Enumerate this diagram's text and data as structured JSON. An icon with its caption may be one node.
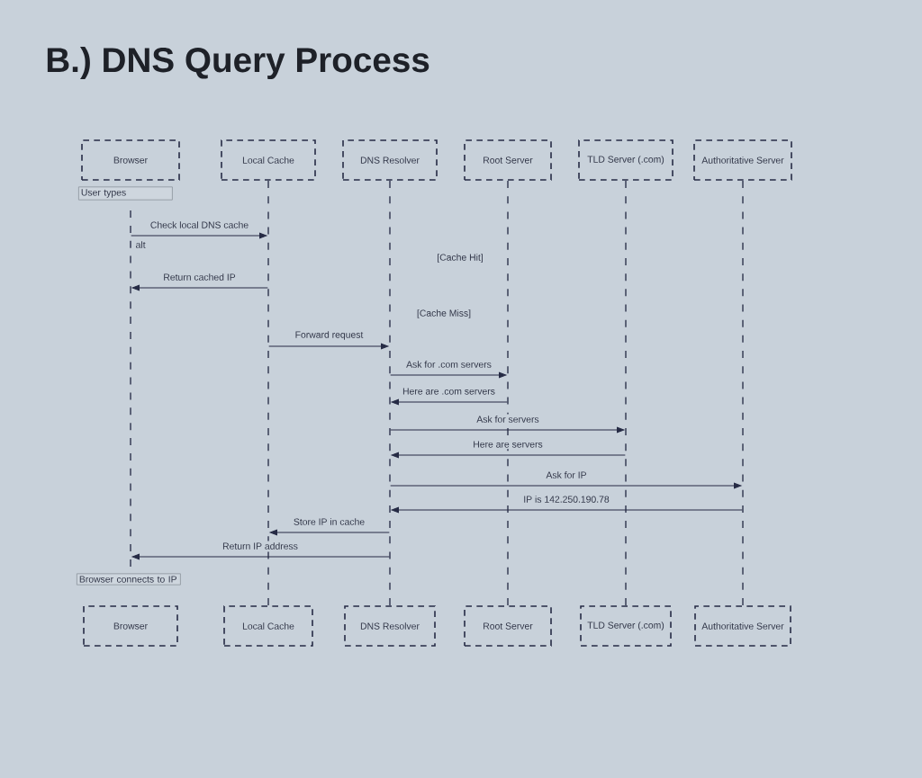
{
  "diagram": {
    "title": "B.) DNS Query Process",
    "nodes": [
      {
        "text": [
          "Browser"
        ]
      },
      {
        "text": [
          "Local Cache"
        ]
      },
      {
        "text": [
          "DNS Resolver"
        ]
      },
      {
        "text": [
          "Root Server"
        ]
      },
      {
        "text": [
          "TLD Server (.com)"
        ]
      },
      {
        "text": [
          "Authoritative Server"
        ]
      },
      {
        "text": [],
        "shape": "line"
      },
      {
        "text": [],
        "shape": "line"
      },
      {
        "text": [],
        "shape": "line"
      },
      {
        "text": [],
        "shape": "line"
      },
      {
        "text": [],
        "shape": "line"
      },
      {
        "text": [],
        "shape": "line"
      },
      {
        "text": [
          "User types"
        ]
      },
      {
        "text": [
          "Browser connects to IP"
        ]
      },
      {
        "text": [
          "Browser"
        ]
      },
      {
        "text": [
          "Local Cache"
        ]
      },
      {
        "text": [
          "DNS Resolver"
        ]
      },
      {
        "text": [
          "Root Server"
        ]
      },
      {
        "text": [
          "TLD Server (.com)"
        ]
      },
      {
        "text": [
          "Authoritative Server"
        ]
      }
    ],
    "edges": [
      {
        "from": 6,
        "to": 7,
        "arrow": "to",
        "label": "Check local DNS cache"
      },
      {
        "from": 7,
        "to": 6,
        "arrow": "to",
        "label": "Return cached IP"
      },
      {
        "from": 7,
        "to": 8,
        "arrow": "to",
        "label": "Forward request"
      },
      {
        "from": 8,
        "to": 9,
        "arrow": "to",
        "label": "Ask for .com servers"
      },
      {
        "from": 9,
        "to": 8,
        "arrow": "to",
        "label": "Here are .com servers"
      },
      {
        "from": 8,
        "to": 10,
        "arrow": "to",
        "label": "Ask for servers"
      },
      {
        "from": 10,
        "to": 8,
        "arrow": "to",
        "label": "Here are servers"
      },
      {
        "from": 8,
        "to": 11,
        "arrow": "to",
        "label": "Ask for IP"
      },
      {
        "from": 11,
        "to": 8,
        "arrow": "to",
        "label": "IP is 142.250.190.78"
      },
      {
        "from": 8,
        "to": 7,
        "arrow": "to",
        "label": "Store IP in cache"
      },
      {
        "from": 8,
        "to": 6,
        "arrow": "to",
        "label": "Return IP address"
      }
    ],
    "labels": [
      "alt",
      "[Cache Hit]",
      "[Cache Miss]"
    ]
  }
}
